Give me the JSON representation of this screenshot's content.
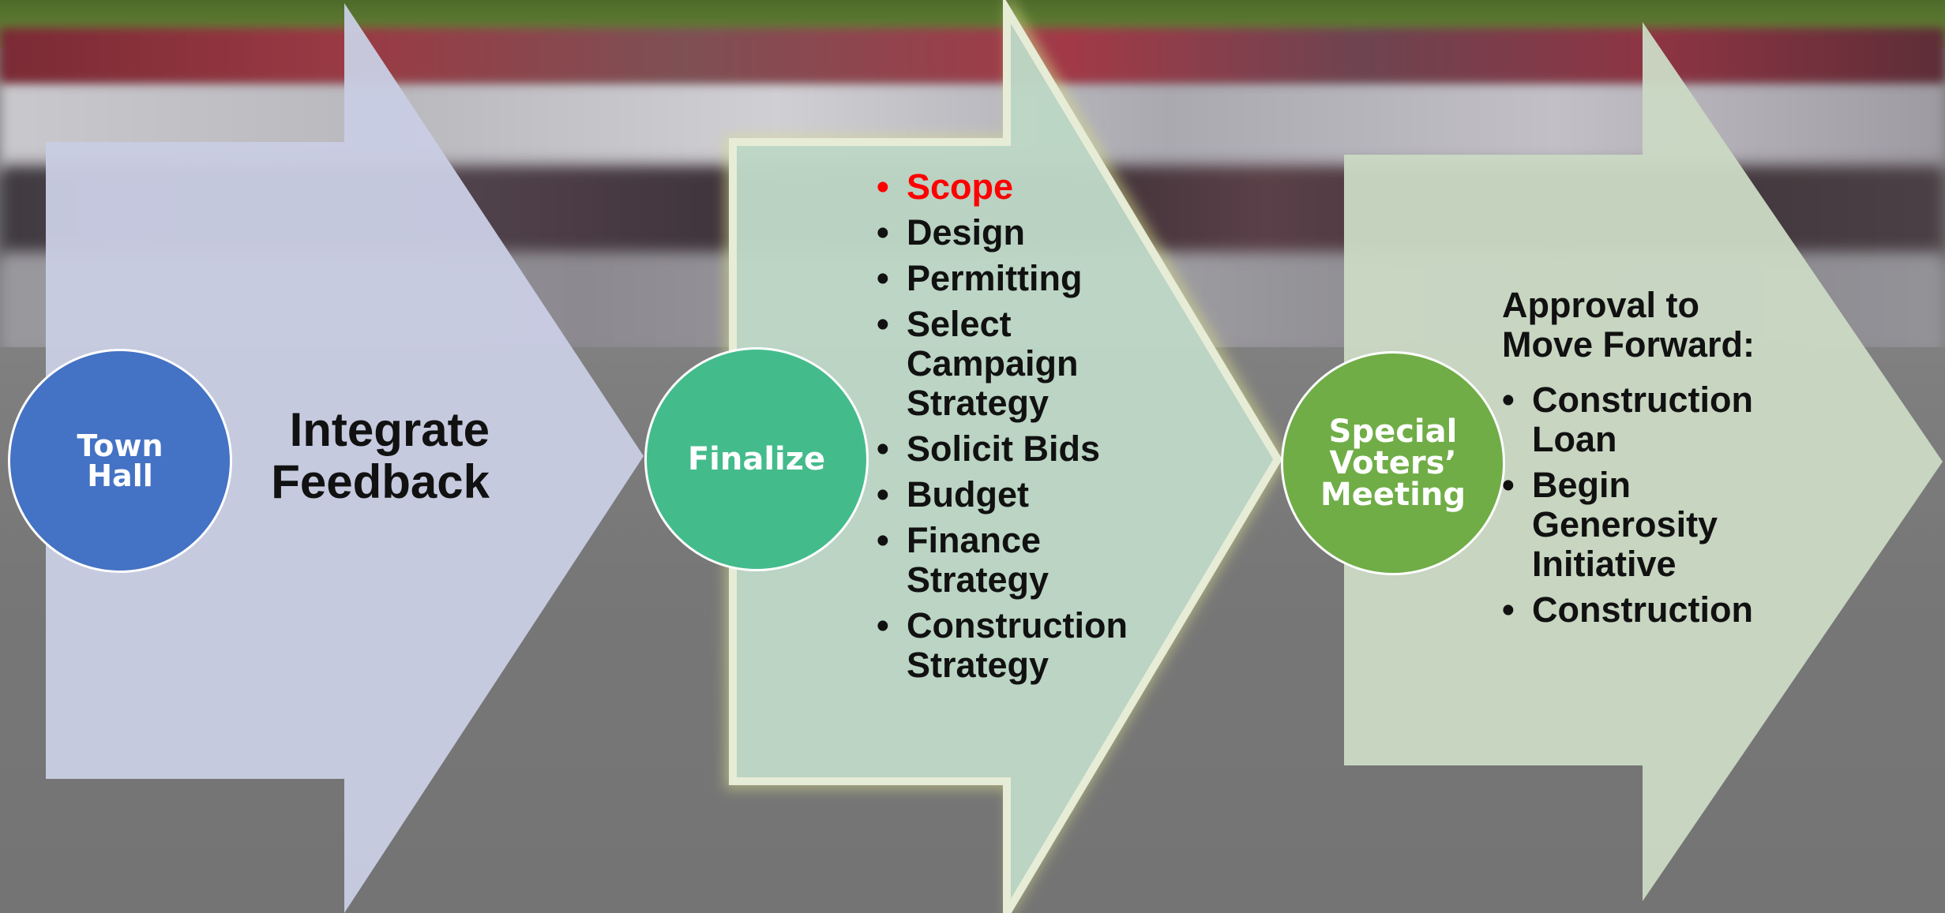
{
  "stages": [
    {
      "circle_label": "Town\nHall",
      "circle_color": "#4472c4",
      "arrow_color": "#c9cde3",
      "text": "Integrate\nFeedback"
    },
    {
      "circle_label": "Finalize",
      "circle_color": "#44bb8b",
      "arrow_color": "#bcd6c7",
      "items": [
        "Scope",
        "Design",
        "Permitting",
        "Select\nCampaign\nStrategy",
        "Solicit Bids",
        "Budget",
        "Finance\nStrategy",
        "Construction\nStrategy"
      ],
      "highlight_item_color": "#ff0000"
    },
    {
      "circle_label": "Special\nVoters’\nMeeting",
      "circle_color": "#70ad47",
      "arrow_color": "#cad8c4",
      "heading": "Approval to\nMove Forward:",
      "items": [
        "Construction\nLoan",
        "Begin\nGenerosity\nInitiative",
        "Construction"
      ]
    }
  ]
}
